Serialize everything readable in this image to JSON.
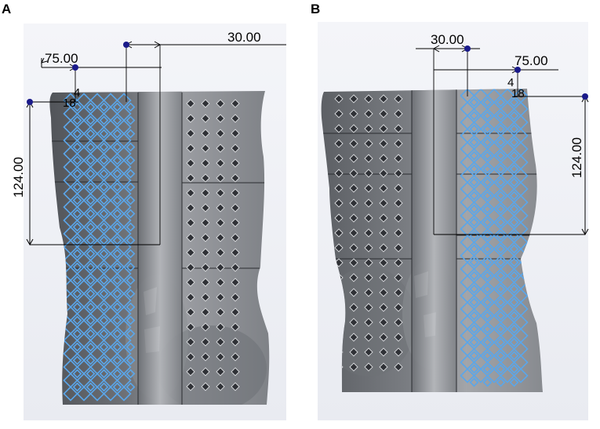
{
  "panels": [
    {
      "label": "A",
      "dimensions": {
        "top": "30.00",
        "width": "75.00",
        "offset_main": "4",
        "offset_sub": "18",
        "height": "124.00"
      }
    },
    {
      "label": "B",
      "dimensions": {
        "top": "30.00",
        "width": "75.00",
        "offset_main": "4",
        "offset_sub": "18",
        "height": "124.00"
      }
    }
  ],
  "colors": {
    "background": "#ffffff",
    "shell_dark": "#55585e",
    "shell_light": "#9a9ca1",
    "lattice": "#5aa6ea",
    "perforation": "#2f3136",
    "sketch_point": "#1a1a8a"
  },
  "icons": [
    "sketch-point-icon"
  ]
}
